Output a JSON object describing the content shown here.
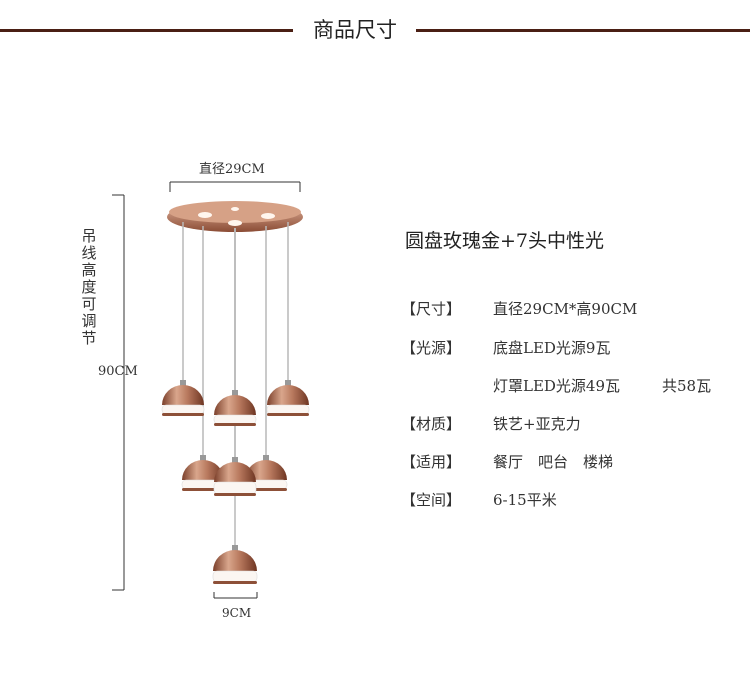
{
  "header": {
    "title": "商品尺寸"
  },
  "diagram": {
    "diameter_label": "直径29CM",
    "height_label": "90CM",
    "shade_label": "9CM",
    "adjustable_note": "吊线高度可调节"
  },
  "product": {
    "title": "圆盘玫瑰金+7头中性光",
    "specs": [
      {
        "key": "【尺寸】",
        "value": "直径29CM*高90CM"
      },
      {
        "key": "【光源】",
        "value": "底盘LED光源9瓦"
      },
      {
        "key": "【材质】",
        "value": "铁艺+亚克力"
      },
      {
        "key": "【适用】",
        "value": "餐厅　吧台　楼梯"
      },
      {
        "key": "【空间】",
        "value": "6-15平米"
      }
    ],
    "light_source_extra": "灯罩LED光源49瓦",
    "light_source_total": "共58瓦"
  },
  "colors": {
    "rose_gold": "#b77a5f",
    "dark_brown": "#4a1f14"
  }
}
